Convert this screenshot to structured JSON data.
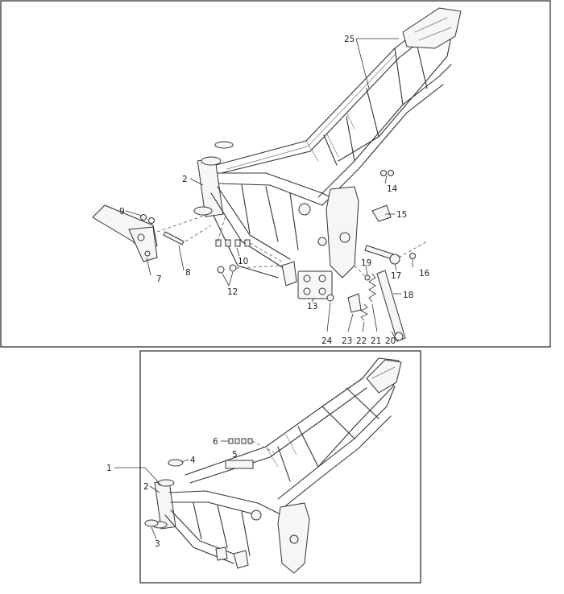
{
  "panels": {
    "exploded_view": {
      "callouts": {
        "c25": "25",
        "c2": "2",
        "c14": "14",
        "c15": "15",
        "c9": "9",
        "c16": "16",
        "c17": "17",
        "c19": "19",
        "c7": "7",
        "c8": "8",
        "c10": "10",
        "c12": "12",
        "c13": "13",
        "c18": "18",
        "c24": "24",
        "c23": "23",
        "c22": "22",
        "c21": "21",
        "c20": "20"
      }
    },
    "assembly_view": {
      "callouts": {
        "c6": "6",
        "c5": "5",
        "c4": "4",
        "c1": "1",
        "c2": "2",
        "c3": "3"
      }
    }
  }
}
